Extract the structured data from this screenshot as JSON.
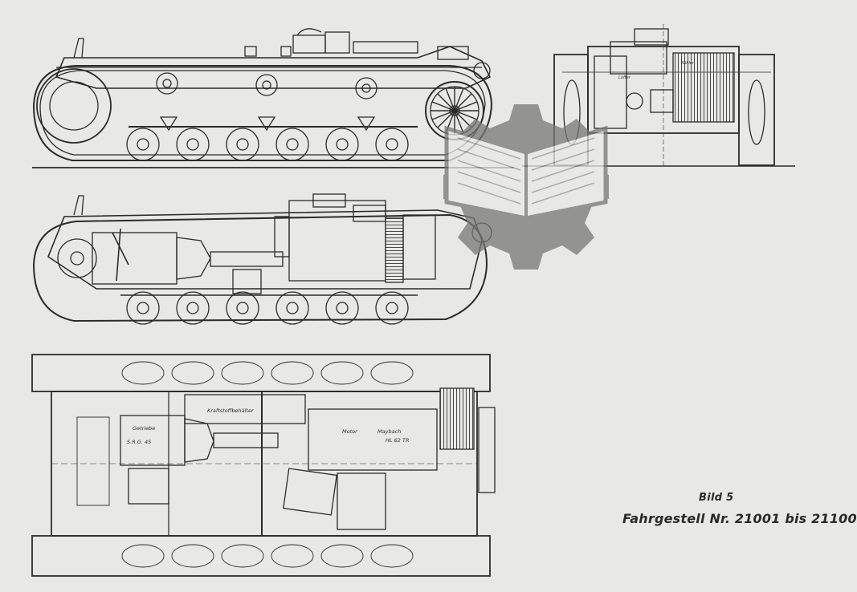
{
  "caption": {
    "figure": "Bild 5",
    "title": "Fahrgestell Nr. 21001 bis 21100"
  },
  "labels": {
    "fuel_tank": "Kraftstoffbehälter",
    "gearbox": "Getriebe",
    "gearbox_type": "S.R.G. 45",
    "engine": "Motor",
    "engine_make": "Maybach",
    "engine_type": "HL 62 TR",
    "front_label_1": "Kühler",
    "front_label_2": "Lüfter"
  },
  "colors": {
    "paper": "#e8e8e6",
    "ink": "#2b2b2b",
    "watermark": "#6f6f6f"
  },
  "icons": {
    "watermark": "book-gear-watermark-icon"
  }
}
